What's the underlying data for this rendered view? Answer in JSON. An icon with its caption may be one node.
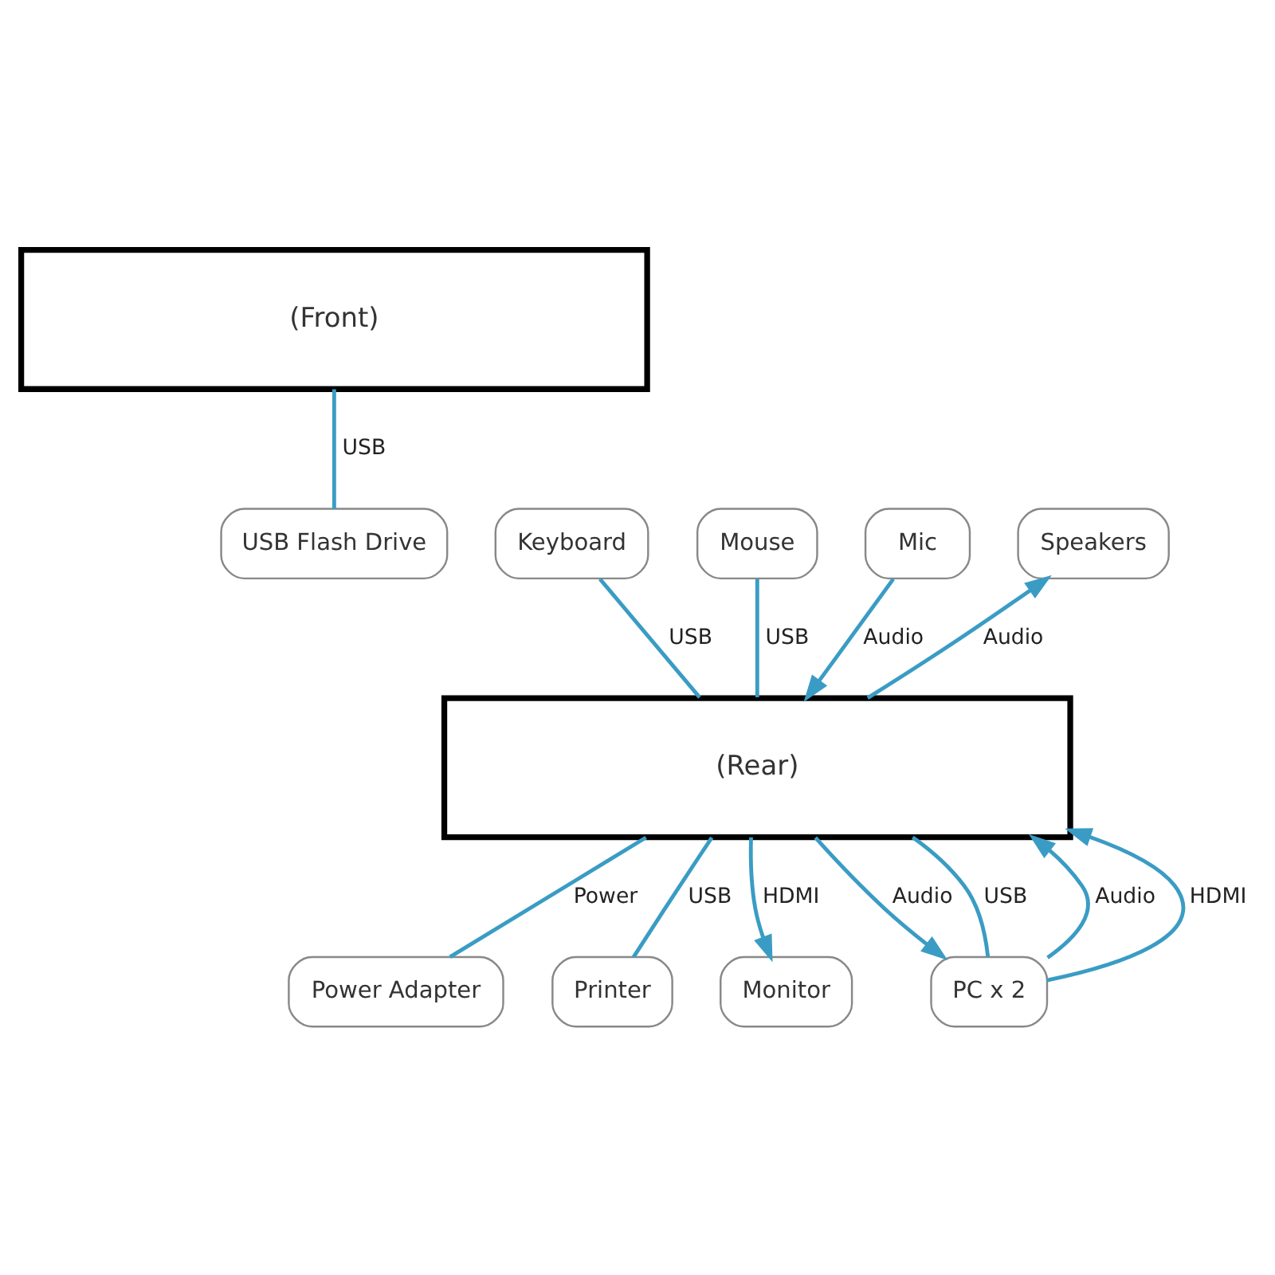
{
  "diagram": {
    "nodes": [
      {
        "text": [
          "(Front)"
        ]
      },
      {
        "text": [
          "USB Flash Drive"
        ]
      },
      {
        "text": [
          "Keyboard"
        ]
      },
      {
        "text": [
          "Mouse"
        ]
      },
      {
        "text": [
          "Mic"
        ]
      },
      {
        "text": [
          "Speakers"
        ]
      },
      {
        "text": [
          "(Rear)"
        ]
      },
      {
        "text": [
          "Power Adapter"
        ]
      },
      {
        "text": [
          "Printer"
        ]
      },
      {
        "text": [
          "Monitor"
        ]
      },
      {
        "text": [
          "PC x 2"
        ]
      }
    ],
    "edges": [
      {
        "from": 0,
        "to": 1,
        "arrow": "none",
        "label": "USB"
      },
      {
        "from": 2,
        "to": 6,
        "arrow": "none",
        "label": "USB"
      },
      {
        "from": 3,
        "to": 6,
        "arrow": "none",
        "label": "USB"
      },
      {
        "from": 4,
        "to": 6,
        "arrow": "to",
        "label": "Audio"
      },
      {
        "from": 6,
        "to": 5,
        "arrow": "to",
        "label": "Audio"
      },
      {
        "from": 6,
        "to": 7,
        "arrow": "none",
        "label": "Power"
      },
      {
        "from": 6,
        "to": 8,
        "arrow": "none",
        "label": "USB"
      },
      {
        "from": 6,
        "to": 9,
        "arrow": "to",
        "label": "HDMI"
      },
      {
        "from": 6,
        "to": 10,
        "arrow": "to",
        "label": "Audio"
      },
      {
        "from": 10,
        "to": 6,
        "arrow": "to",
        "label": "Audio"
      },
      {
        "from": 10,
        "to": 6,
        "arrow": "to",
        "label": "HDMI"
      },
      {
        "from": 6,
        "to": 10,
        "arrow": "none",
        "label": "USB"
      }
    ]
  }
}
